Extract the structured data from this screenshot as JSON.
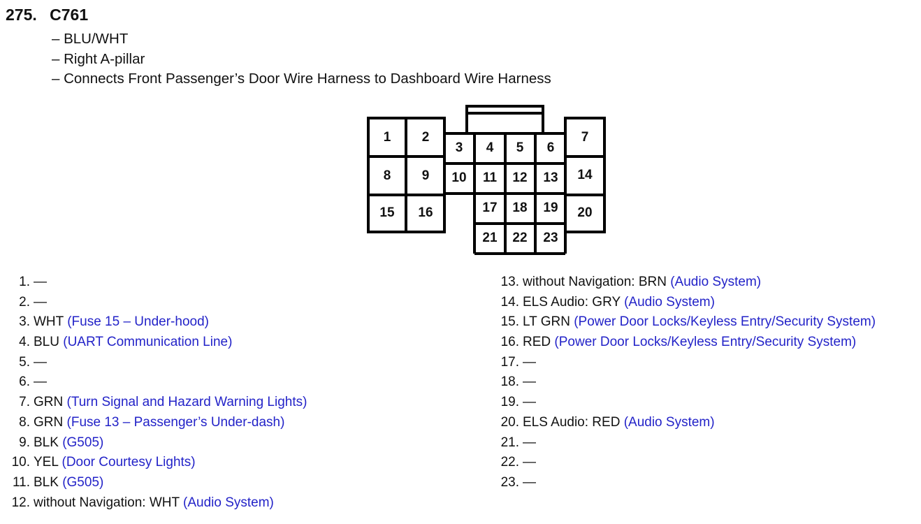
{
  "heading": {
    "number": "275.",
    "connector_id": "C761"
  },
  "details": [
    "– BLU/WHT",
    "– Right A-pillar",
    "– Connects Front Passenger’s Door Wire Harness to Dashboard Wire Harness"
  ],
  "pins": [
    "1",
    "2",
    "3",
    "4",
    "5",
    "6",
    "7",
    "8",
    "9",
    "10",
    "11",
    "12",
    "13",
    "14",
    "15",
    "16",
    "17",
    "18",
    "19",
    "20",
    "21",
    "22",
    "23"
  ],
  "terminals_left": [
    {
      "num": "1.",
      "text": "—",
      "link": ""
    },
    {
      "num": "2.",
      "text": "—",
      "link": ""
    },
    {
      "num": "3.",
      "text": "WHT",
      "link": "(Fuse 15 – Under-hood)"
    },
    {
      "num": "4.",
      "text": "BLU",
      "link": "(UART Communication Line)"
    },
    {
      "num": "5.",
      "text": "—",
      "link": ""
    },
    {
      "num": "6.",
      "text": "—",
      "link": ""
    },
    {
      "num": "7.",
      "text": "GRN",
      "link": "(Turn Signal and Hazard Warning Lights)"
    },
    {
      "num": "8.",
      "text": "GRN",
      "link": "(Fuse 13 – Passenger’s Under-dash)"
    },
    {
      "num": "9.",
      "text": "BLK",
      "link": "(G505)"
    },
    {
      "num": "10.",
      "text": "YEL",
      "link": "(Door Courtesy Lights)"
    },
    {
      "num": "11.",
      "text": "BLK",
      "link": "(G505)"
    },
    {
      "num": "12.",
      "text": "without Navigation: WHT",
      "link": "(Audio System)"
    }
  ],
  "terminals_right": [
    {
      "num": "13.",
      "text": "without Navigation: BRN",
      "link": "(Audio System)"
    },
    {
      "num": "14.",
      "text": "ELS Audio: GRY",
      "link": "(Audio System)"
    },
    {
      "num": "15.",
      "text": "LT GRN",
      "link": "(Power Door Locks/Keyless Entry/Security System)"
    },
    {
      "num": "16.",
      "text": "RED",
      "link": "(Power Door Locks/Keyless Entry/Security System)"
    },
    {
      "num": "17.",
      "text": "—",
      "link": ""
    },
    {
      "num": "18.",
      "text": "—",
      "link": ""
    },
    {
      "num": "19.",
      "text": "—",
      "link": ""
    },
    {
      "num": "20.",
      "text": "ELS Audio: RED",
      "link": "(Audio System)"
    },
    {
      "num": "21.",
      "text": "—",
      "link": ""
    },
    {
      "num": "22.",
      "text": "—",
      "link": ""
    },
    {
      "num": "23.",
      "text": "—",
      "link": ""
    }
  ],
  "colors": {
    "link": "#2323c8",
    "text": "#111111"
  }
}
